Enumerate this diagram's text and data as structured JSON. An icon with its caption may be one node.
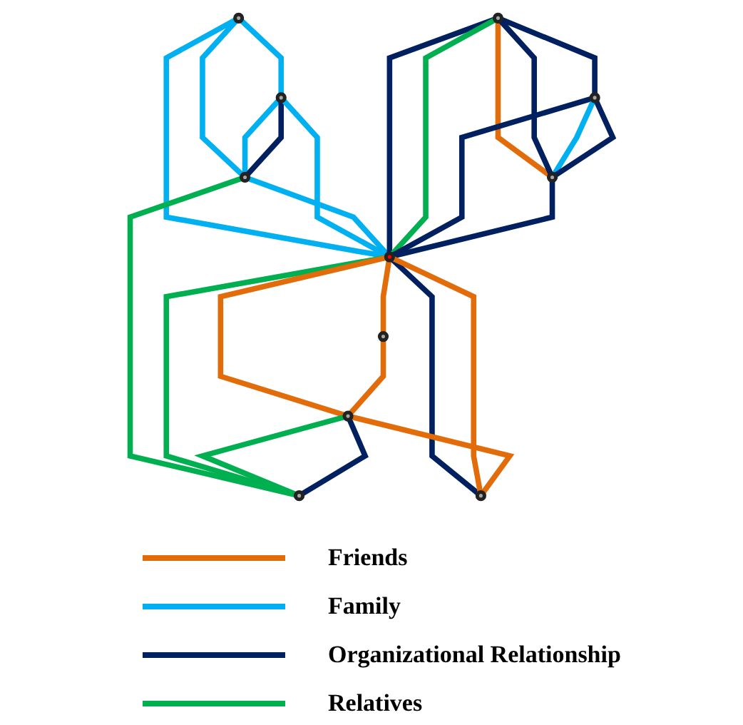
{
  "diagram": {
    "nodes": [
      {
        "text": [],
        "shape": "circle"
      },
      {
        "text": [],
        "shape": "circle"
      },
      {
        "text": [],
        "shape": "circle"
      },
      {
        "text": [],
        "shape": "circle"
      },
      {
        "text": [],
        "shape": "circle"
      },
      {
        "text": [],
        "shape": "circle"
      },
      {
        "text": [],
        "shape": "circle"
      },
      {
        "text": [],
        "shape": "circle"
      },
      {
        "text": [],
        "shape": "circle"
      },
      {
        "text": [],
        "shape": "circle"
      },
      {
        "text": [],
        "shape": "circle"
      }
    ],
    "edges": [
      {
        "from": 0,
        "to": 1,
        "arrow": "none",
        "color": "#00b0f0"
      },
      {
        "from": 0,
        "to": 2,
        "arrow": "none",
        "color": "#00b0f0"
      },
      {
        "from": 0,
        "to": 5,
        "arrow": "none",
        "color": "#00b0f0"
      },
      {
        "from": 1,
        "to": 2,
        "arrow": "none",
        "color": "#00b0f0"
      },
      {
        "from": 1,
        "to": 2,
        "arrow": "none",
        "color": "#002060"
      },
      {
        "from": 1,
        "to": 5,
        "arrow": "none",
        "color": "#00b0f0"
      },
      {
        "from": 2,
        "to": 5,
        "arrow": "none",
        "color": "#00b0f0"
      },
      {
        "from": 2,
        "to": 6,
        "arrow": "none",
        "color": "#00b050"
      },
      {
        "from": 3,
        "to": 4,
        "arrow": "none",
        "color": "#002060"
      },
      {
        "from": 3,
        "to": 5,
        "arrow": "none",
        "color": "#002060"
      },
      {
        "from": 3,
        "to": 5,
        "arrow": "none",
        "color": "#00b050"
      },
      {
        "from": 3,
        "to": 7,
        "arrow": "none",
        "color": "#e36c0a"
      },
      {
        "from": 3,
        "to": 7,
        "arrow": "none",
        "color": "#002060"
      },
      {
        "from": 4,
        "to": 5,
        "arrow": "none",
        "color": "#002060"
      },
      {
        "from": 4,
        "to": 7,
        "arrow": "none",
        "color": "#00b0f0"
      },
      {
        "from": 4,
        "to": 7,
        "arrow": "none",
        "color": "#002060"
      },
      {
        "from": 7,
        "to": 5,
        "arrow": "none",
        "color": "#002060"
      },
      {
        "from": 5,
        "to": 6,
        "arrow": "none",
        "color": "#00b050"
      },
      {
        "from": 5,
        "to": 8,
        "arrow": "none",
        "color": "#e36c0a"
      },
      {
        "from": 5,
        "to": 9,
        "arrow": "none",
        "color": "#e36c0a"
      },
      {
        "from": 5,
        "to": 10,
        "arrow": "none",
        "color": "#002060"
      },
      {
        "from": 5,
        "to": 10,
        "arrow": "none",
        "color": "#e36c0a"
      },
      {
        "from": 8,
        "to": 9,
        "arrow": "none",
        "color": "#e36c0a"
      },
      {
        "from": 9,
        "to": 6,
        "arrow": "none",
        "color": "#00b050"
      },
      {
        "from": 9,
        "to": 6,
        "arrow": "none",
        "color": "#002060"
      },
      {
        "from": 9,
        "to": 10,
        "arrow": "none",
        "color": "#e36c0a"
      }
    ],
    "legend": [
      {
        "text": "Friends",
        "color": "#e36c0a"
      },
      {
        "text": "Family",
        "color": "#00b0f0"
      },
      {
        "text": "Organizational Relationship",
        "color": "#002060"
      },
      {
        "text": "Relatives",
        "color": "#00b050"
      }
    ]
  }
}
